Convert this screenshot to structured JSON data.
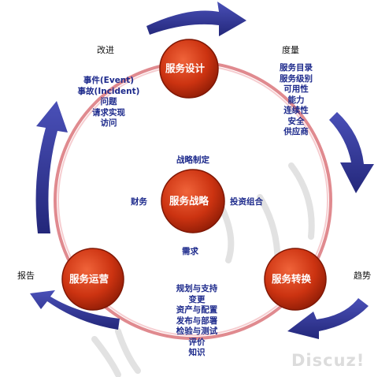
{
  "nodes": {
    "design": "服务设计",
    "strategy": "服务战略",
    "transition": "服务转换",
    "operation": "服务运营"
  },
  "corner_labels": {
    "improve": "改进",
    "measure": "度量",
    "trend": "趋势",
    "report": "报告"
  },
  "improve_items": [
    "事件(Event)",
    "事故(Incident)",
    "问题",
    "请求实现",
    "访问"
  ],
  "measure_items": [
    "服务目录",
    "服务级别",
    "可用性",
    "能力",
    "连续性",
    "安全",
    "供应商"
  ],
  "strategy_labels": {
    "top": "战略制定",
    "left": "财务",
    "right": "投资组合",
    "bottom": "需求"
  },
  "transition_items": [
    "规划与支持",
    "变更",
    "资产与配置",
    "发布与部署",
    "检验与测试",
    "评价",
    "知识"
  ],
  "watermark": "Discuz!",
  "colors": {
    "node_fill": "#cc3311",
    "node_edge": "#8a1a05",
    "ring": "#e08a8f",
    "arrow": "#2b2f8f",
    "label_blue": "#1d2a8c"
  }
}
